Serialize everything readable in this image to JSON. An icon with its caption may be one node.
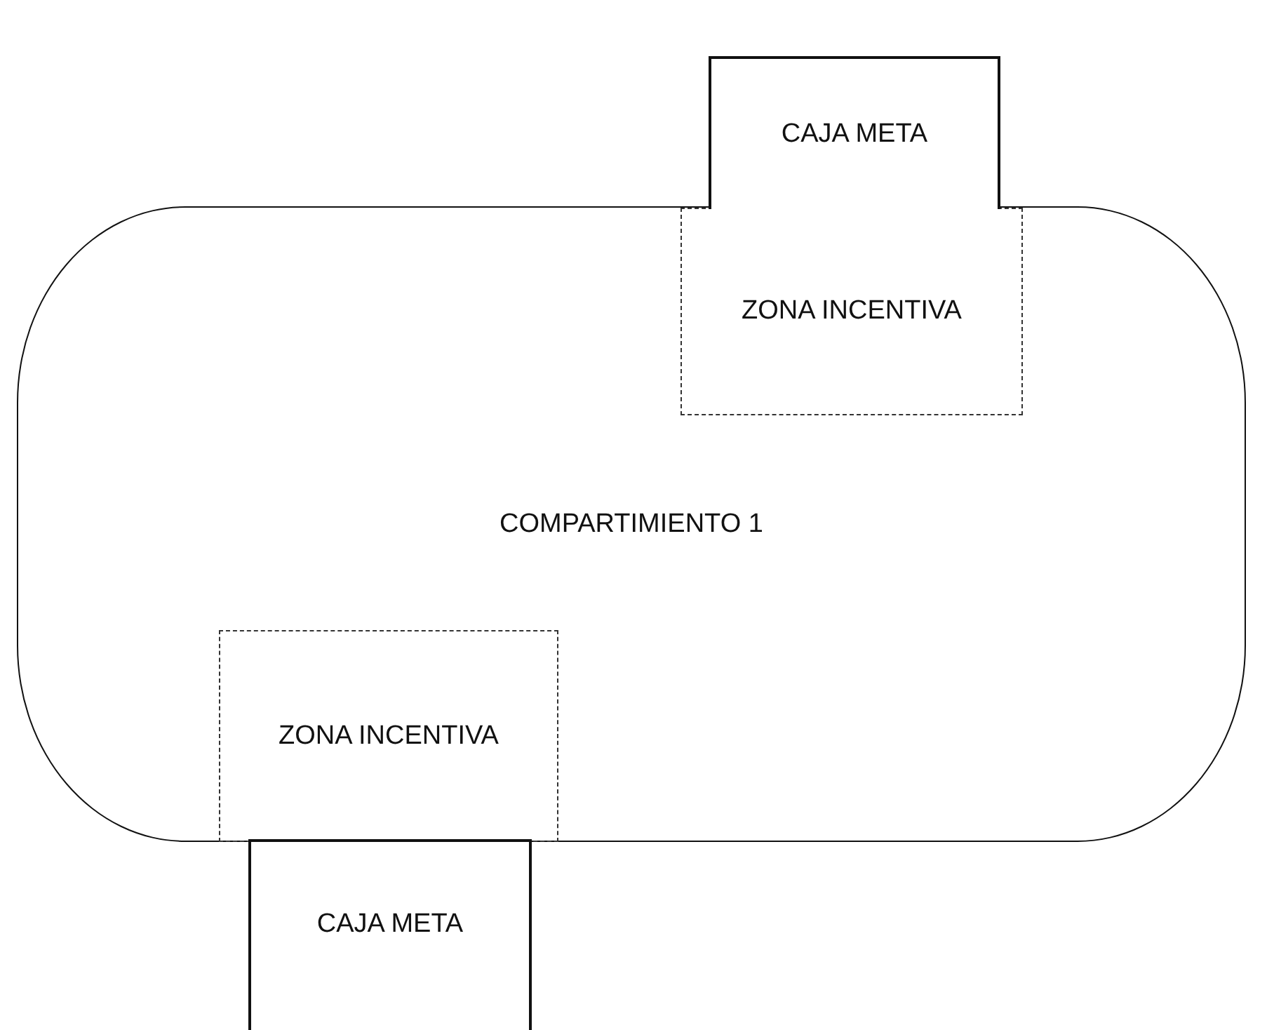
{
  "diagram": {
    "nodes": [
      {
        "text": [
          "CAJA META"
        ]
      },
      {
        "text": [
          "COMPARTIMIENTO 1"
        ]
      },
      {
        "text": [
          "ZONA INCENTIVA"
        ],
        "in": 1
      },
      {
        "text": [
          "ZONA INCENTIVA"
        ],
        "in": 1
      },
      {
        "text": [
          "CAJA META"
        ]
      }
    ]
  }
}
